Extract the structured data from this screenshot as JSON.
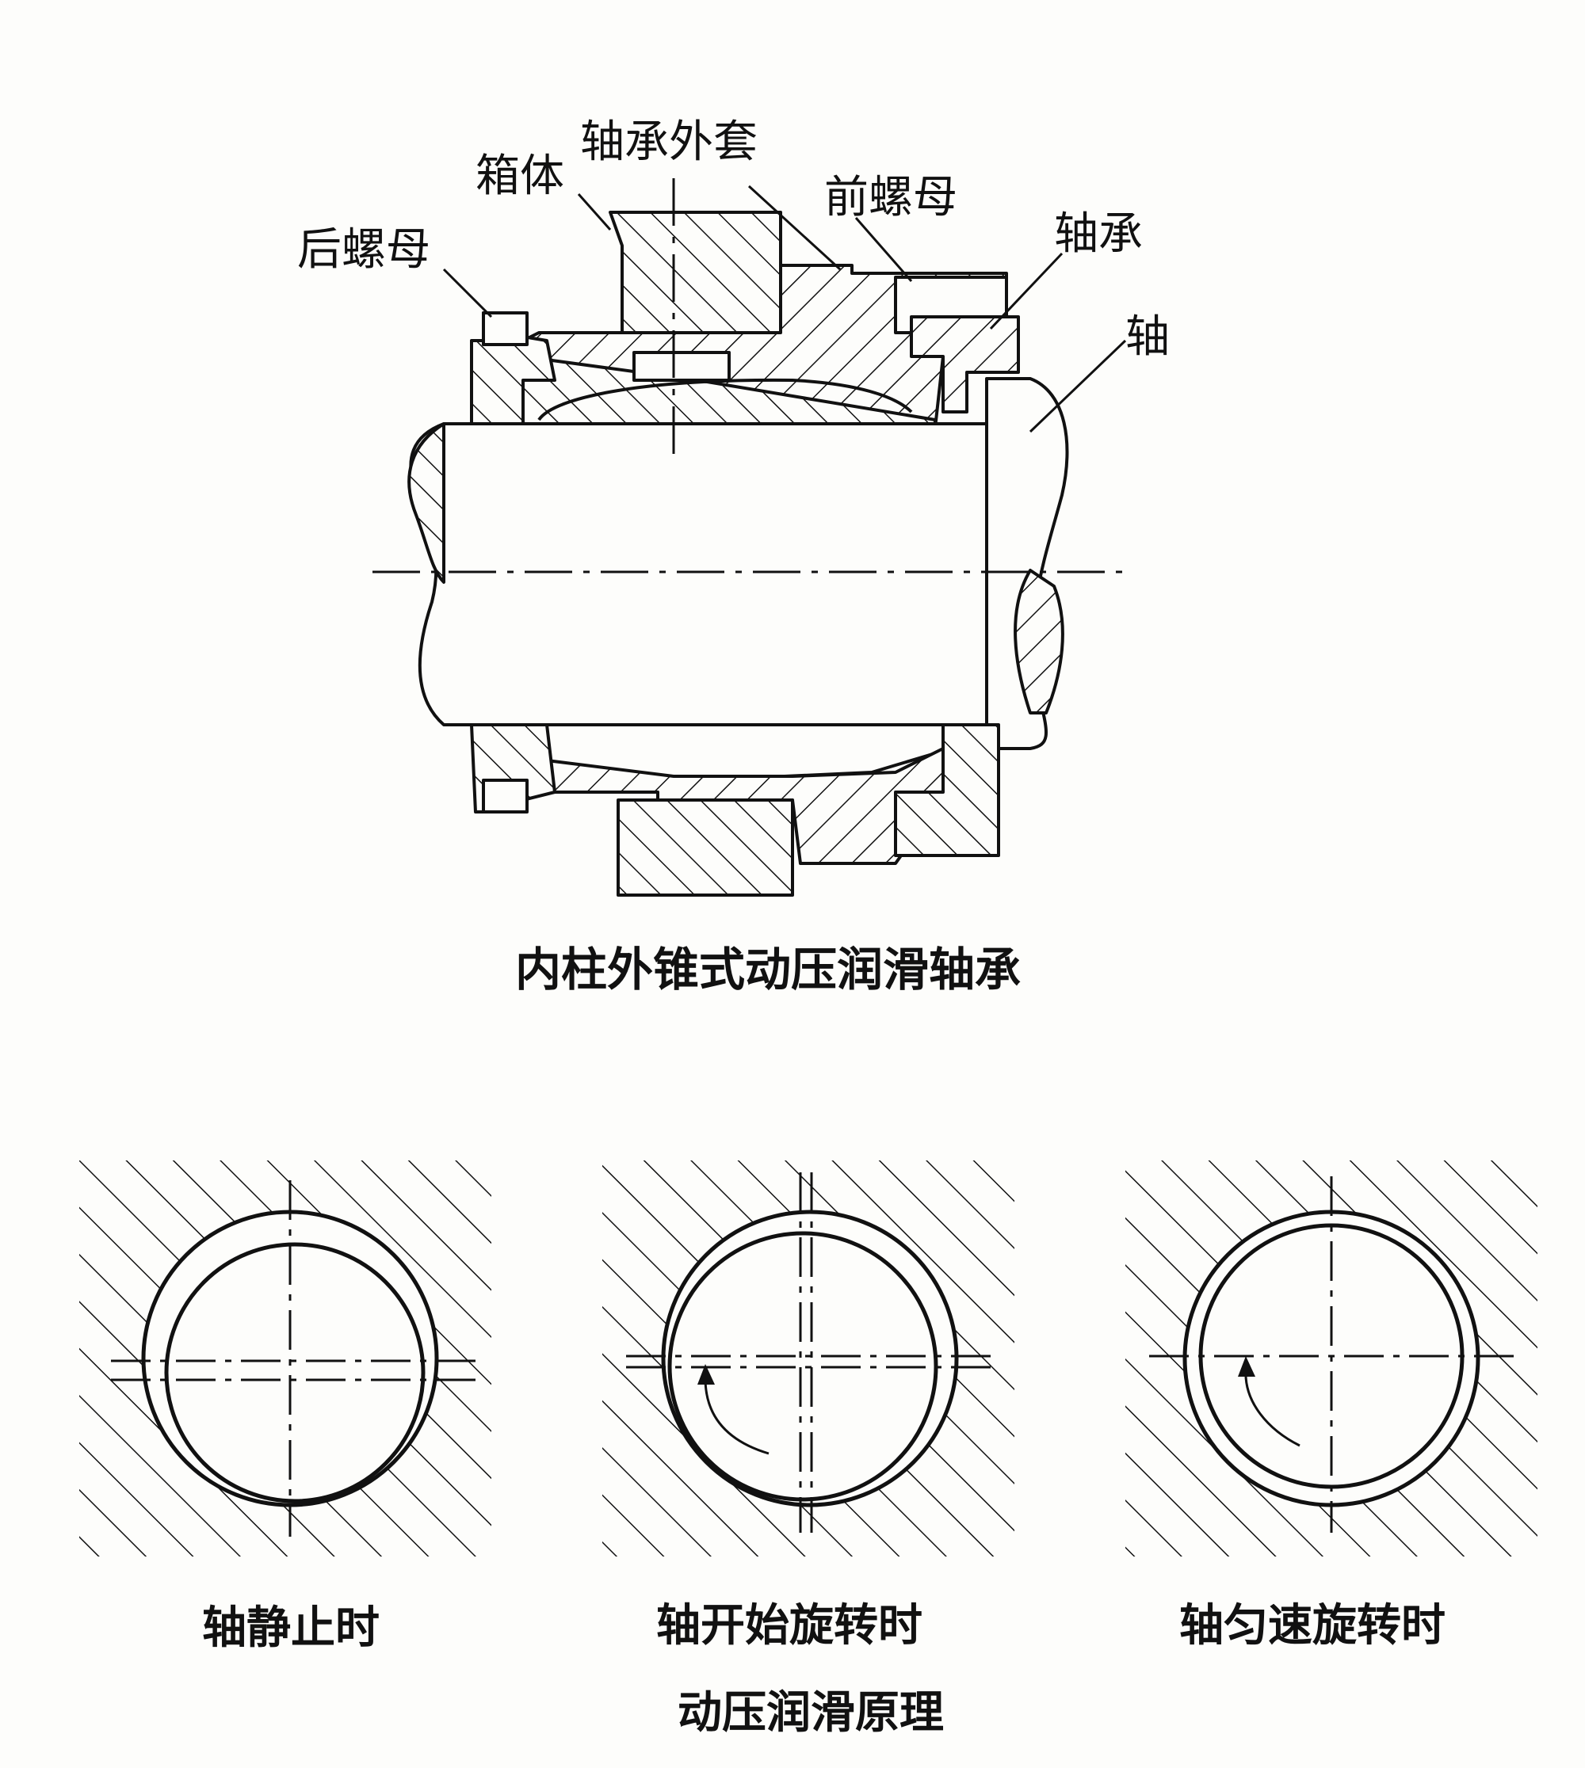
{
  "top_diagram": {
    "caption": "内柱外锥式动压润滑轴承",
    "labels": {
      "rear_nut": "后螺母",
      "housing": "箱体",
      "outer_sleeve": "轴承外套",
      "front_nut": "前螺母",
      "bearing": "轴承",
      "shaft": "轴"
    }
  },
  "bottom_diagram": {
    "caption": "动压润滑原理",
    "states": [
      {
        "caption": "轴静止时"
      },
      {
        "caption": "轴开始旋转时"
      },
      {
        "caption": "轴匀速旋转时"
      }
    ]
  }
}
